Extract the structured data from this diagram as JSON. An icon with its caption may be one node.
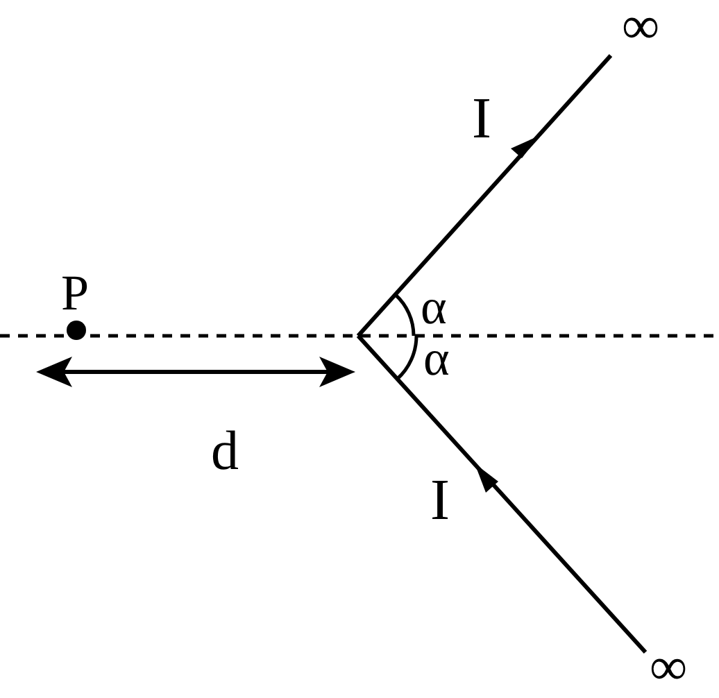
{
  "diagram": {
    "labels": [
      "∞",
      "I",
      "P",
      "α",
      "α",
      "d",
      "I",
      "∞"
    ]
  }
}
